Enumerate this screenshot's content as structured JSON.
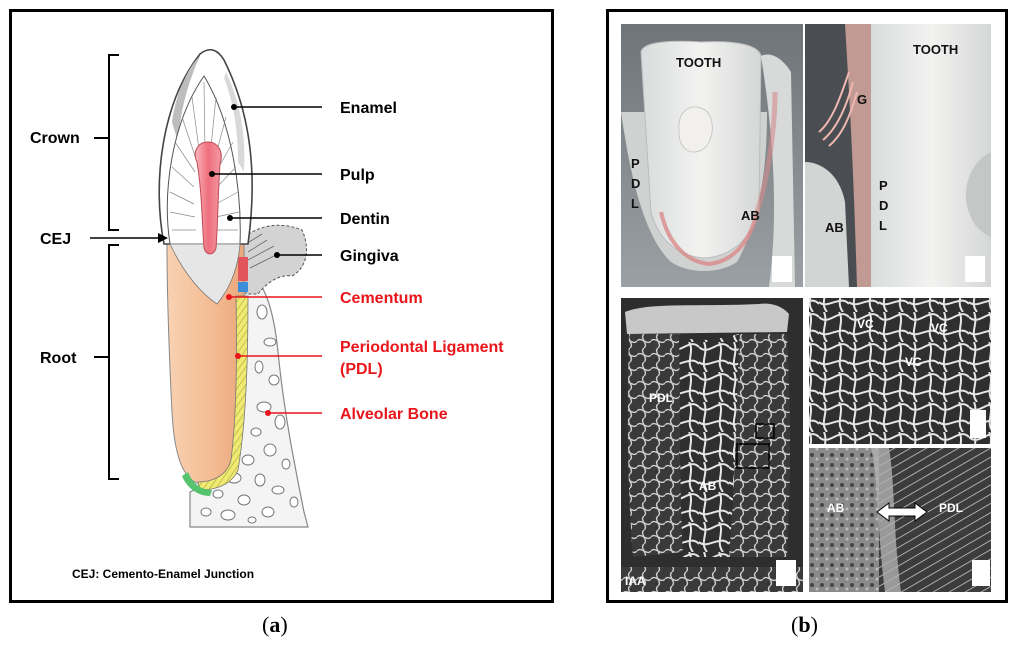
{
  "panel_a": {
    "labels": {
      "crown": "Crown",
      "cej": "CEJ",
      "root": "Root",
      "enamel": "Enamel",
      "pulp": "Pulp",
      "dentin": "Dentin",
      "gingiva": "Gingiva",
      "cementum": "Cementum",
      "pdl_line1": "Periodontal Ligament",
      "pdl_line2": "(PDL)",
      "alveolar_bone": "Alveolar Bone"
    },
    "footnote": "CEJ: Cemento-Enamel  Junction",
    "caption_letter": "a"
  },
  "panel_b": {
    "photo_left": {
      "tooth": "TOOTH",
      "pdl": [
        "P",
        "D",
        "L"
      ],
      "ab": "AB"
    },
    "photo_right": {
      "tooth": "TOOTH",
      "g": "G",
      "pdl": [
        "P",
        "D",
        "L"
      ],
      "ab": "AB"
    },
    "sem_left": {
      "pdl": "PDL",
      "ab": "AB",
      "iaa": "IAA"
    },
    "sem_top_right": {
      "vc1": "VC",
      "vc2": "VC",
      "vc3": "VC"
    },
    "sem_bottom_right": {
      "ab": "AB",
      "pdl": "PDL"
    },
    "caption_letter": "b"
  },
  "colors": {
    "label_red": "#e8161b",
    "root_peach": "#f6c6a2",
    "pulp_pink": "#f07a86",
    "pdl_yellow": "#efe76a",
    "cementum_blue": "#3b8fd8",
    "gingiva_gray": "#cfcfcf"
  }
}
